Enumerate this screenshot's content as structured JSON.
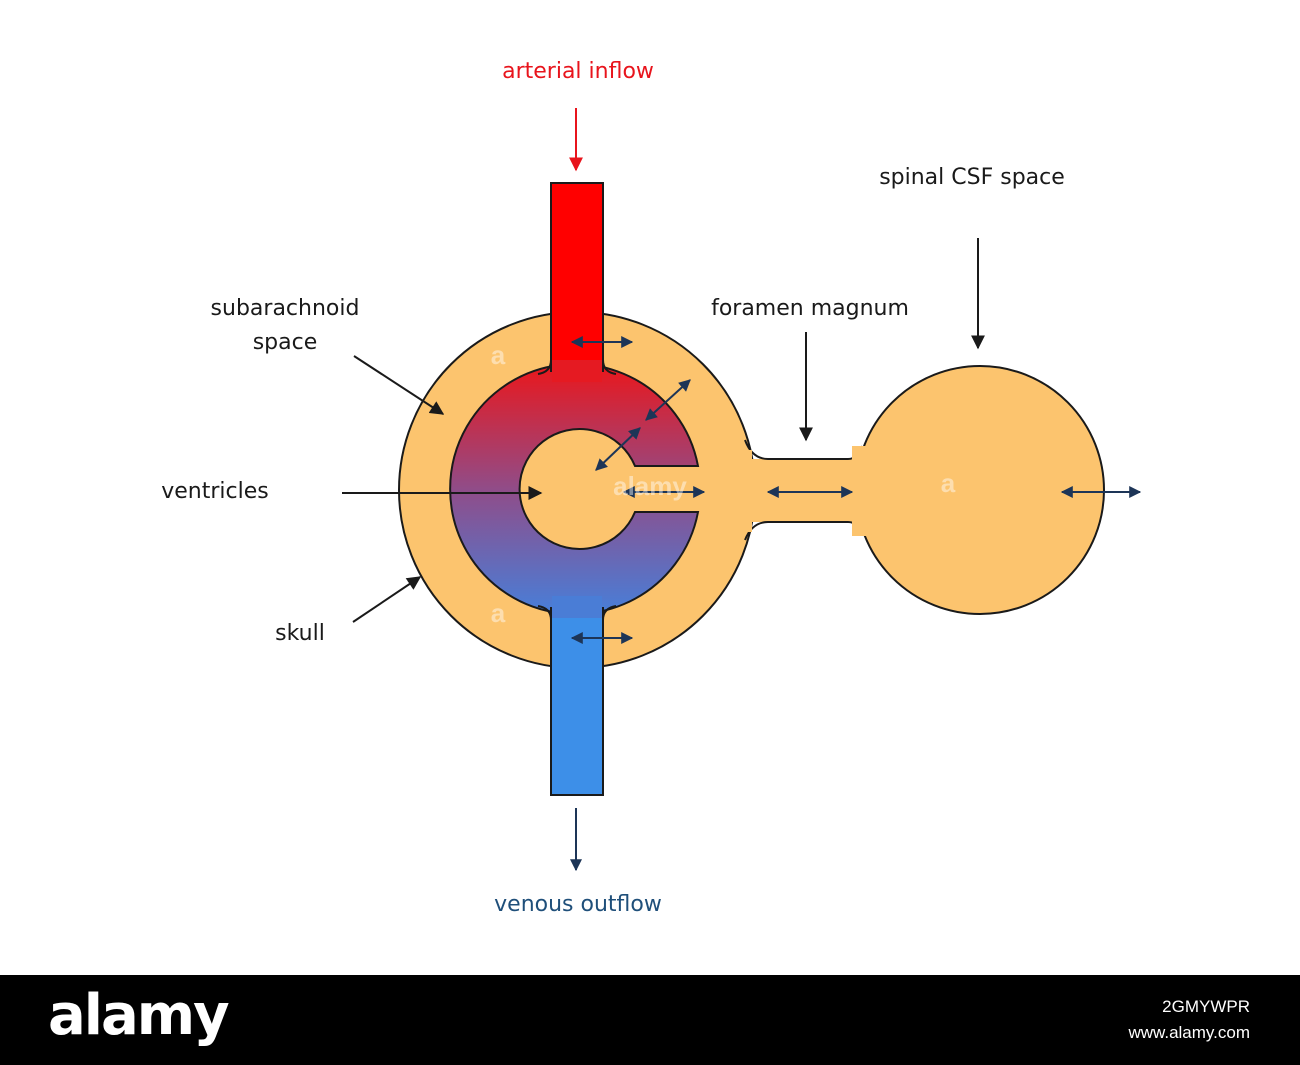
{
  "labels": {
    "arterial_inflow": "arterial inflow",
    "venous_outflow": "venous outflow",
    "spinal_csf_space": "spinal CSF space",
    "subarachnoid_line1": "subarachnoid",
    "subarachnoid_line2": "space",
    "foramen_magnum": "foramen magnum",
    "ventricles": "ventricles",
    "skull": "skull"
  },
  "watermark": {
    "mark": "a",
    "word": "alamy",
    "brand": "alamy",
    "image_id": "2GMYWPR",
    "site": "www.alamy.com"
  },
  "colors": {
    "csf": "#fcc46e",
    "arterial": "#ff0000",
    "venous": "#3d8fe8",
    "outline": "#1a1a1a",
    "arrow_dark": "#1d3557",
    "arterial_label": "#e8141c",
    "venous_label": "#1f4f7a",
    "footer": "#000000"
  }
}
